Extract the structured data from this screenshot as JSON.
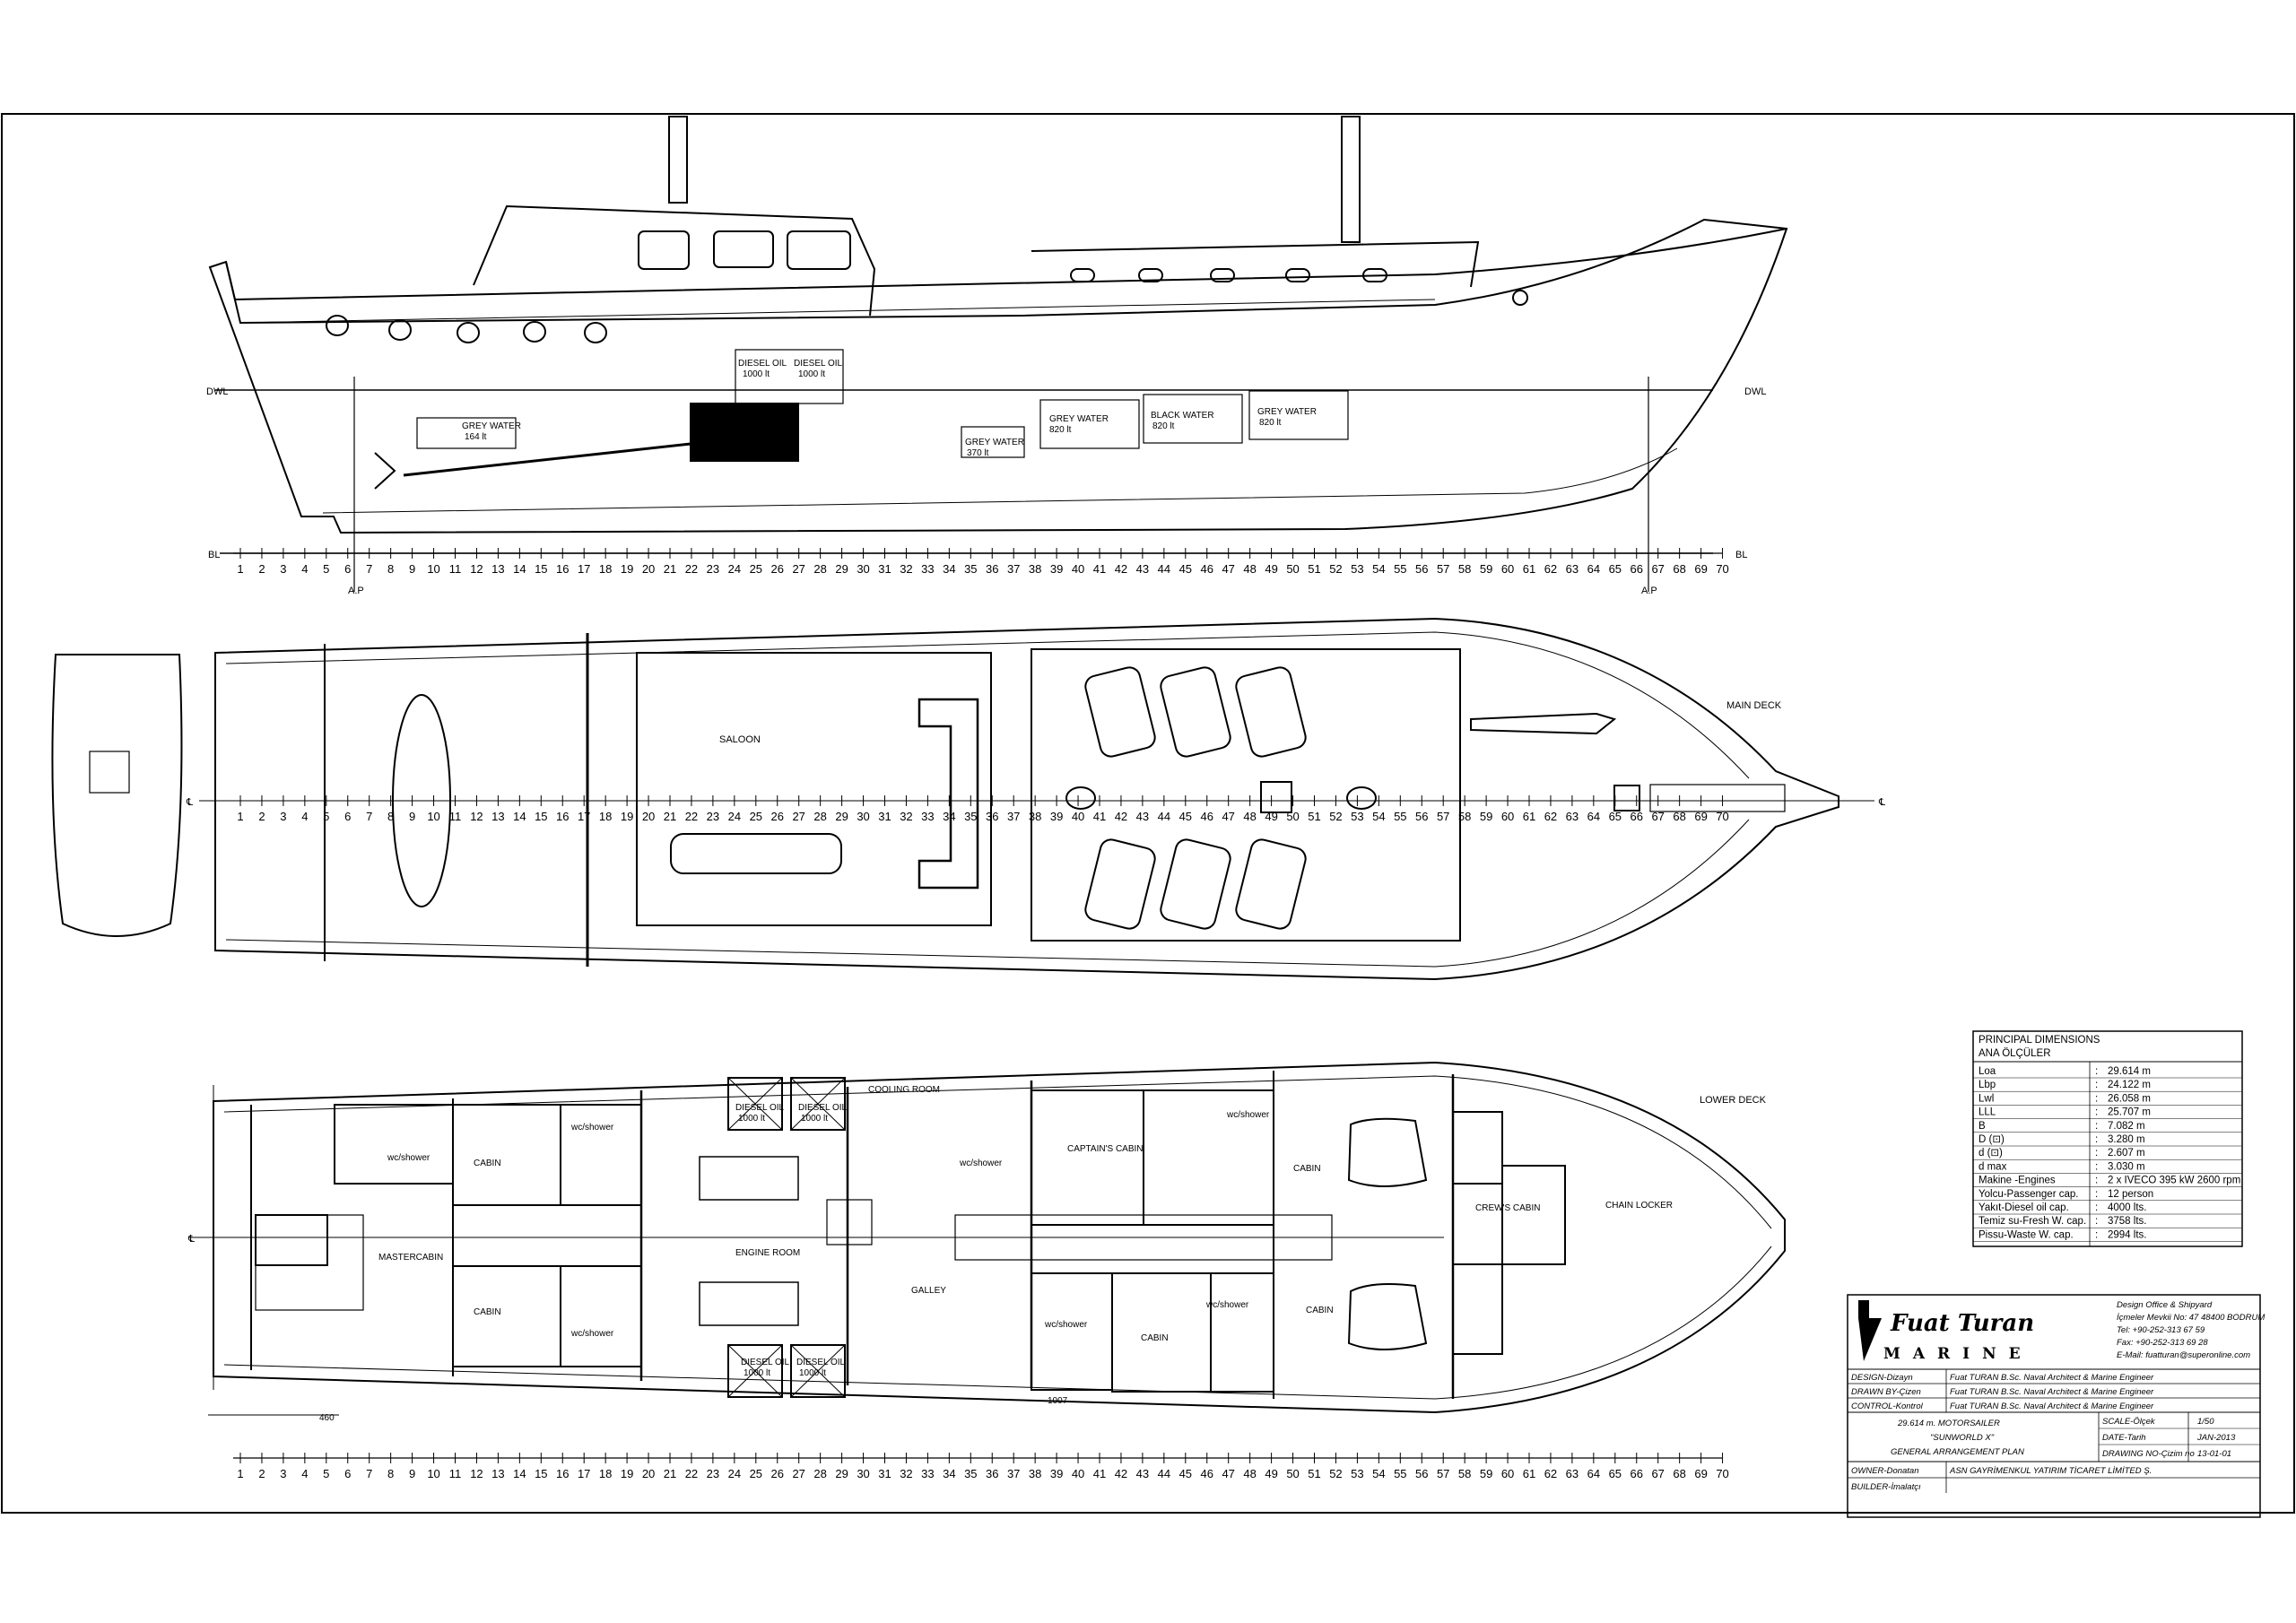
{
  "profile": {
    "waterline_left": "DWL",
    "waterline_right": "DWL",
    "baseline_left": "BL",
    "baseline_right": "BL",
    "perp_aft": "A.P",
    "perp_fwd": "A.P",
    "tanks": [
      {
        "label": "GREY WATER",
        "value": "164 lt"
      },
      {
        "label": "DIESEL OIL",
        "value": "1000 lt"
      },
      {
        "label": "DIESEL OIL",
        "value": "1000 lt"
      },
      {
        "label": "GREY WATER",
        "value": "370 lt"
      },
      {
        "label": "GREY WATER",
        "value": "820 lt"
      },
      {
        "label": "BLACK WATER",
        "value": "820 lt"
      },
      {
        "label": "GREY WATER",
        "value": "820 lt"
      }
    ]
  },
  "main_deck": {
    "title": "MAIN DECK",
    "saloon": "SALOON",
    "centerline_symbol": "℄"
  },
  "lower_deck": {
    "title": "LOWER DECK",
    "rooms": {
      "cabin_aft_port": "CABIN",
      "master": "MASTERCABIN",
      "cabin_aft_stbd": "CABIN",
      "cooling": "COOLING ROOM",
      "engine": "ENGINE ROOM",
      "galley": "GALLEY",
      "captain": "CAPTAIN'S CABIN",
      "cabin_mid": "CABIN",
      "cabin_fwd_port": "CABIN",
      "cabin_fwd_stbd": "CABIN",
      "crew": "CREW'S CABIN",
      "chain": "CHAIN LOCKER"
    },
    "wc": "wc/shower",
    "tanks": [
      {
        "label": "DIESEL OIL",
        "value": "1000 lt"
      },
      {
        "label": "DIESEL OIL",
        "value": "1000 lt"
      },
      {
        "label": "DIESEL OIL",
        "value": "1000 lt"
      },
      {
        "label": "DIESEL OIL",
        "value": "1000 lt"
      }
    ],
    "dim_460": "460",
    "dim_1007": "1007"
  },
  "frame_numbers": [
    "1",
    "2",
    "3",
    "4",
    "5",
    "6",
    "7",
    "8",
    "9",
    "10",
    "11",
    "12",
    "13",
    "14",
    "15",
    "16",
    "17",
    "18",
    "19",
    "20",
    "21",
    "22",
    "23",
    "24",
    "25",
    "26",
    "27",
    "28",
    "29",
    "30",
    "31",
    "32",
    "33",
    "34",
    "35",
    "36",
    "37",
    "38",
    "39",
    "40",
    "41",
    "42",
    "43",
    "44",
    "45",
    "46",
    "47",
    "48",
    "49",
    "50",
    "51",
    "52",
    "53",
    "54",
    "55",
    "56",
    "57",
    "58",
    "59",
    "60",
    "61",
    "62",
    "63",
    "64",
    "65",
    "66",
    "67",
    "68",
    "69",
    "70"
  ],
  "dimensions": {
    "title": "PRINCIPAL DIMENSIONS",
    "subtitle": "ANA ÖLÇÜLER",
    "rows": [
      {
        "k": "Loa",
        "v": "29.614 m"
      },
      {
        "k": "Lbp",
        "v": "24.122 m"
      },
      {
        "k": "Lwl",
        "v": "26.058 m"
      },
      {
        "k": "LLL",
        "v": "25.707 m"
      },
      {
        "k": "B",
        "v": "7.082 m"
      },
      {
        "k": "D (⊡)",
        "v": "3.280 m"
      },
      {
        "k": "d (⊡)",
        "v": "2.607 m"
      },
      {
        "k": "d max",
        "v": "3.030 m"
      },
      {
        "k": "Makine -Engines",
        "v": "2 x IVECO 395 kW 2600 rpm"
      },
      {
        "k": "Yolcu-Passenger cap.",
        "v": "12 person"
      },
      {
        "k": "Yakıt-Diesel oil cap.",
        "v": "4000 lts."
      },
      {
        "k": "Temiz su-Fresh W. cap.",
        "v": "3758 lts."
      },
      {
        "k": "Pissu-Waste W. cap.",
        "v": "2994 lts."
      }
    ]
  },
  "title_block": {
    "logo_text": "Fuat Turan",
    "logo_sub": "MARINE",
    "company_lines": [
      "Design Office & Shipyard",
      "İçmeler Mevkii No: 47 48400 BODRUM",
      "Tel: +90-252-313 67 59",
      "Fax: +90-252-313 69 28",
      "E-Mail: fuatturan@superonline.com"
    ],
    "rows": [
      {
        "k": "DESIGN-Dizayn",
        "v": "Fuat TURAN B.Sc. Naval Architect & Marine Engineer"
      },
      {
        "k": "DRAWN BY-Çizen",
        "v": "Fuat TURAN B.Sc. Naval Architect & Marine Engineer"
      },
      {
        "k": "CONTROL-Kontrol",
        "v": "Fuat TURAN B.Sc. Naval Architect & Marine Engineer"
      }
    ],
    "project_lines": [
      "29.614 m. MOTORSAILER",
      "\"SUNWORLD X\"",
      "GENERAL ARRANGEMENT PLAN"
    ],
    "scale_k": "SCALE-Ölçek",
    "scale_v": "1/50",
    "date_k": "DATE-Tarih",
    "date_v": "JAN-2013",
    "drawing_k": "DRAWING NO-Çizim no",
    "drawing_v": "13-01-01",
    "owner_k": "OWNER-Donatan",
    "owner_v": "ASN GAYRİMENKUL YATIRIM TİCARET LİMİTED Ş.",
    "builder_k": "BUILDER-İmalatçı",
    "builder_v": ""
  }
}
